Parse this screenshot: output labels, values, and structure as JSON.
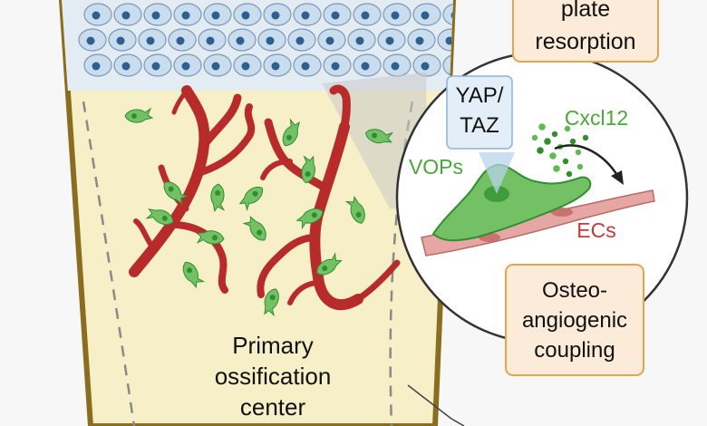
{
  "labels": {
    "growth_plate_line1": "plate",
    "growth_plate_line2": "resorption",
    "yap_line1": "YAP/",
    "yap_line2": "TAZ",
    "cxcl12": "Cxcl12",
    "vops": "VOPs",
    "ecs": "ECs",
    "coupling_line1": "Osteo-",
    "coupling_line2": "angiogenic",
    "coupling_line3": "coupling",
    "primary_line1": "Primary",
    "primary_line2": "ossification",
    "primary_line3": "center"
  },
  "colors": {
    "background": "#f7f7f7",
    "bone_fill": "#f7efc7",
    "bone_outline": "#8a6d1e",
    "chondrocyte_fill": "#c9ddef",
    "chondrocyte_outline": "#7e98b3",
    "nucleus": "#2e5f8e",
    "vessel": "#b72b2b",
    "vessel_dark": "#8e1f1f",
    "vop_green": "#74c065",
    "vop_dark_green": "#2f8f2f",
    "ec_pink": "#e6a7a4",
    "callout_fill": "#fbebd8",
    "callout_border": "#e5a450",
    "yap_fill": "#e4eef9",
    "yap_border": "#8fb1d6",
    "cxcl12_text": "#4aa83a",
    "ecs_text": "#c33a3a",
    "dashed_line": "#8a8a8a"
  },
  "icons": [
    "chondrocyte-cell",
    "blood-vessel",
    "vop-cell",
    "endothelial-cell",
    "cxcl12-dot",
    "arrow"
  ]
}
